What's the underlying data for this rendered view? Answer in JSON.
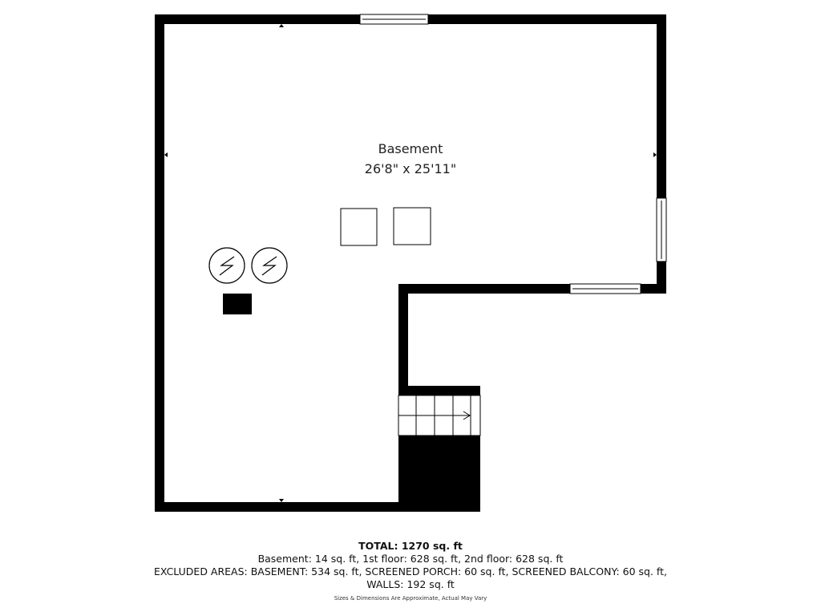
{
  "room": {
    "name": "Basement",
    "dimensions": "26'8\" x 25'11\""
  },
  "summary": {
    "total": "TOTAL: 1270 sq. ft",
    "floors": "Basement: 14 sq. ft, 1st floor: 628 sq. ft, 2nd floor: 628 sq. ft",
    "excluded": "EXCLUDED AREAS: BASEMENT: 534 sq. ft, SCREENED PORCH: 60 sq. ft, SCREENED BALCONY: 60 sq. ft,",
    "walls": "WALLS: 192 sq. ft"
  },
  "disclaimer": "Sizes & Dimensions Are Approximate, Actual May Vary",
  "icons": {
    "water_heater": "water-heater-icon",
    "appliance": "appliance-icon",
    "stairs_arrow": "arrow-right-icon"
  },
  "colors": {
    "wall": "#000000",
    "floor": "#ffffff",
    "window": "#ffffff"
  }
}
